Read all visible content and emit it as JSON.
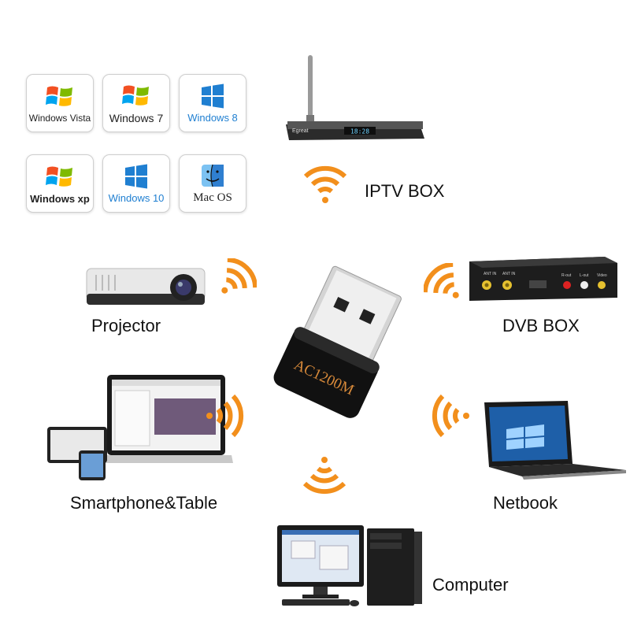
{
  "os_tiles": [
    {
      "name": "Windows Vista",
      "icon": "windows-flag-icon"
    },
    {
      "name": "Windows 7",
      "icon": "windows-flag-icon"
    },
    {
      "name": "Windows 8",
      "icon": "windows-tiles-icon"
    },
    {
      "name": "Windows xp",
      "icon": "windows-flag-icon"
    },
    {
      "name": "Windows 10",
      "icon": "windows-tiles-icon"
    },
    {
      "name": "Mac OS",
      "icon": "finder-icon"
    }
  ],
  "adapter": {
    "model": "AC1200M"
  },
  "devices": {
    "iptv": "IPTV BOX",
    "projector": "Projector",
    "dvb": "DVB BOX",
    "smartphone": "Smartphone&Table",
    "netbook": "Netbook",
    "computer": "Computer"
  },
  "iptv_brand": "Egreat",
  "iptv_display": "18:28",
  "dvb_ports": [
    "ANT IN",
    "ANT IN",
    "R-out",
    "L-out",
    "Video"
  ],
  "colors": {
    "wifi": "#f28f1c",
    "windows_blue": "#1f7fd1",
    "adapter_text": "#d88a3a"
  }
}
